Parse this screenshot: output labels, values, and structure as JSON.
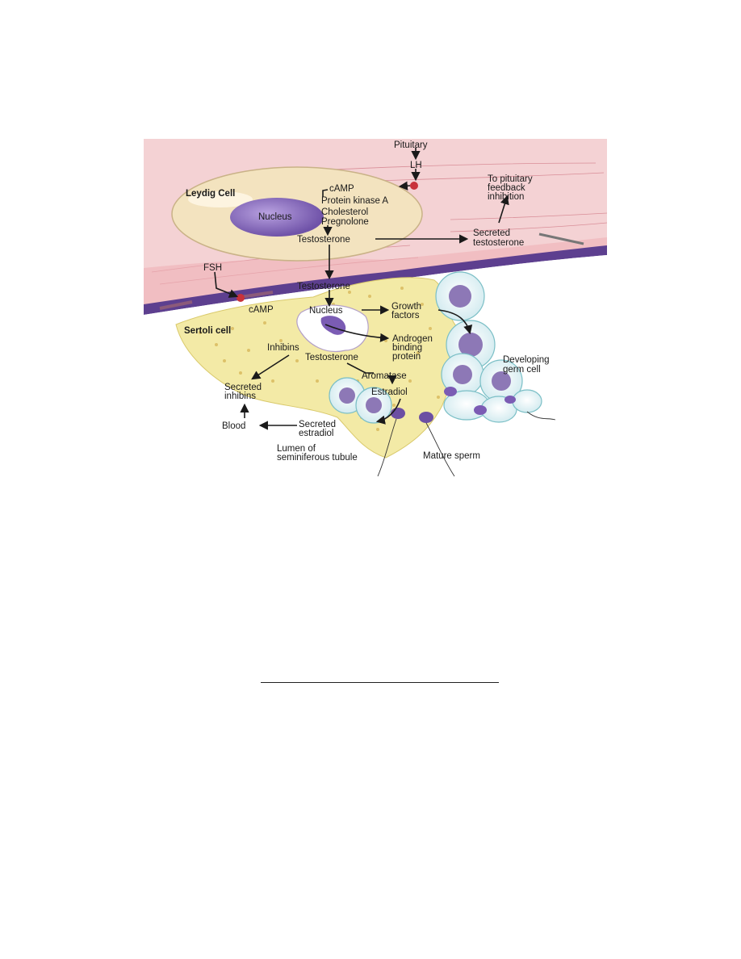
{
  "figure": {
    "labels": {
      "pituitary": "Pituitary",
      "lh": "LH",
      "camp_top": "cAMP",
      "protein_kinase": "Protein kinase A",
      "cholesterol": "Cholesterol",
      "pregnolone": "Pregnolone",
      "testosterone_leydig": "Testosterone",
      "leydig_cell": "Leydig Cell",
      "nucleus_leydig": "Nucleus",
      "to_pituitary": [
        "To pituitary",
        "feedback",
        "inhibition"
      ],
      "secreted_testosterone": [
        "Secreted",
        "testosterone"
      ],
      "fsh": "FSH",
      "camp_sertoli": "cAMP",
      "testosterone_sertoli": "Testosterone",
      "nucleus_sertoli": "Nucleus",
      "sertoli_cell": "Sertoli cell",
      "growth_factors": [
        "Growth",
        "factors"
      ],
      "androgen_binding": [
        "Androgen",
        "binding",
        "protein"
      ],
      "inhibins": "Inhibins",
      "testosterone_lower": "Testosterone",
      "developing_germ": [
        "Developing",
        "germ cell"
      ],
      "aromatase": "Aromatase",
      "estradiol": "Estradiol",
      "secreted_inhibins": [
        "Secreted",
        "inhibins"
      ],
      "blood": "Blood",
      "secreted_estradiol": [
        "Secreted",
        "estradiol"
      ],
      "lumen": [
        "Lumen of",
        "seminiferous tubule"
      ],
      "mature_sperm": "Mature sperm"
    },
    "colors": {
      "leydig_cytoplasm": "#f3e3bf",
      "nucleus": "#8a6cc0",
      "interstitium": "#f2c2c6",
      "basement_membrane": "#5d3f8f",
      "sertoli_cytoplasm": "#f3eaa6",
      "germ_cell": "#dff1f3",
      "receptor": "#c8323a"
    }
  }
}
